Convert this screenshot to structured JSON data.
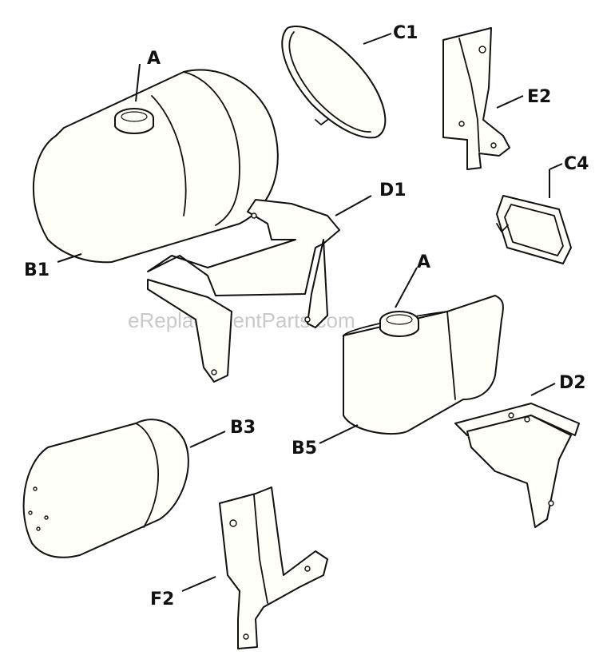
{
  "labels": {
    "a_top": "A",
    "b1": "B1",
    "c1": "C1",
    "e2": "E2",
    "d1": "D1",
    "c4": "C4",
    "a_mid": "A",
    "b3": "B3",
    "b5": "B5",
    "d2": "D2",
    "f2": "F2"
  },
  "watermark": "eReplacementParts.com",
  "parts": [
    {
      "id": "B1",
      "name": "large cylindrical fuel tank with filler cap",
      "icon": "tank-icon"
    },
    {
      "id": "C1",
      "name": "tank strap",
      "icon": "strap-icon"
    },
    {
      "id": "E2",
      "name": "tank support bracket",
      "icon": "bracket-icon"
    },
    {
      "id": "D1",
      "name": "tank cradle",
      "icon": "cradle-icon"
    },
    {
      "id": "C4",
      "name": "square tank strap",
      "icon": "strap-icon"
    },
    {
      "id": "B5",
      "name": "square fuel tank with filler cap",
      "icon": "tank-icon"
    },
    {
      "id": "B3",
      "name": "small cylindrical fuel tank",
      "icon": "tank-icon"
    },
    {
      "id": "D2",
      "name": "square tank cradle",
      "icon": "cradle-icon"
    },
    {
      "id": "F2",
      "name": "mounting bracket",
      "icon": "bracket-icon"
    }
  ]
}
